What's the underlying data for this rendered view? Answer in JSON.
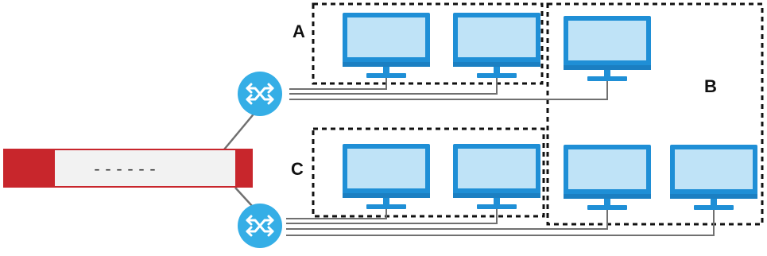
{
  "zones": [
    {
      "id": "A",
      "label": "A"
    },
    {
      "id": "B",
      "label": "B"
    },
    {
      "id": "C",
      "label": "C"
    }
  ],
  "firewall": {
    "icon": "firewall-device-icon",
    "port_text": "------",
    "colors": {
      "body": "#f2f2f2",
      "accent": "#c8262c",
      "outline": "#c8262c"
    }
  },
  "switches": [
    {
      "id": "switch-top",
      "icon": "network-switch-icon"
    },
    {
      "id": "switch-bottom",
      "icon": "network-switch-icon"
    }
  ],
  "computers": [
    {
      "id": "pc-1",
      "zone": "A",
      "switch": "switch-top"
    },
    {
      "id": "pc-2",
      "zone": "A",
      "switch": "switch-top"
    },
    {
      "id": "pc-3",
      "zone": "B",
      "switch": "switch-top"
    },
    {
      "id": "pc-4",
      "zone": "C",
      "switch": "switch-bottom"
    },
    {
      "id": "pc-5",
      "zone": "C",
      "switch": "switch-bottom"
    },
    {
      "id": "pc-6",
      "zone": "B",
      "switch": "switch-bottom"
    },
    {
      "id": "pc-7",
      "zone": "B",
      "switch": "switch-bottom"
    }
  ],
  "colors": {
    "monitor_frame": "#1f8fd6",
    "monitor_screen": "#bfe3f7",
    "switch_fill": "#35aee6",
    "switch_symbol": "#ffffff",
    "cable": "#707070",
    "zone_border": "#111111"
  }
}
